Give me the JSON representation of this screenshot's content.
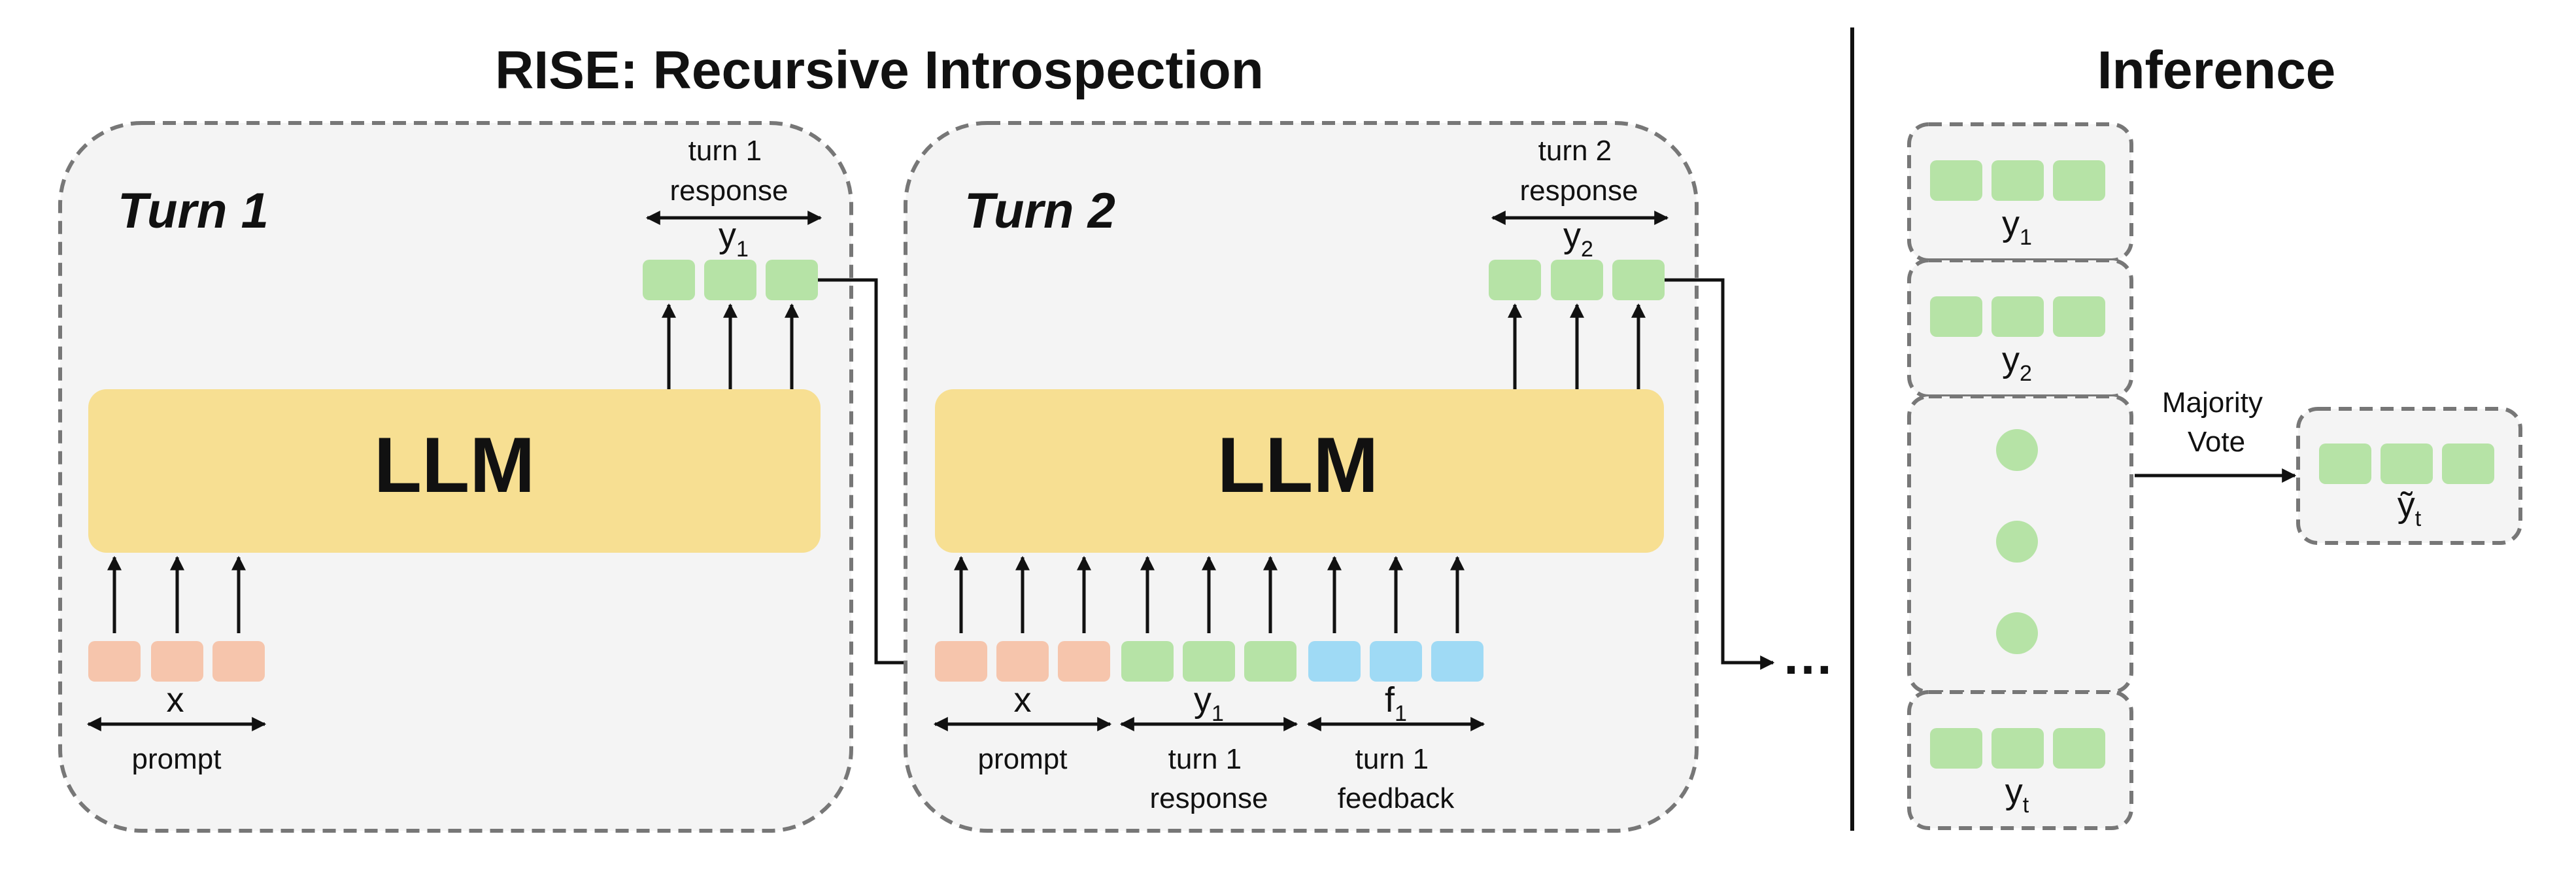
{
  "colors": {
    "panel_fill": "#f4f4f4",
    "panel_border": "#777777",
    "llm_fill": "#f7df92",
    "prompt_token": "#f6c5ac",
    "response_token": "#b6e3a6",
    "feedback_token": "#9fdaf5",
    "text": "#111111"
  },
  "title_left": "RISE: Recursive Introspection",
  "title_right": "Inference",
  "turn1": {
    "label": "Turn 1",
    "llm_label": "LLM",
    "output_caption": [
      "turn 1",
      "response"
    ],
    "output_var": "y",
    "output_sub": "1",
    "input_var": "x",
    "input_caption": "prompt"
  },
  "turn2": {
    "label": "Turn 2",
    "llm_label": "LLM",
    "output_caption": [
      "turn 2",
      "response"
    ],
    "output_var": "y",
    "output_sub": "2",
    "groups": [
      {
        "var": "x",
        "sub": "",
        "caption": [
          "prompt"
        ]
      },
      {
        "var": "y",
        "sub": "1",
        "caption": [
          "turn 1",
          "response"
        ]
      },
      {
        "var": "f",
        "sub": "1",
        "caption": [
          "turn 1",
          "feedback"
        ]
      }
    ]
  },
  "continuation": "…",
  "inference": {
    "samples": [
      {
        "var": "y",
        "sub": "1"
      },
      {
        "var": "y",
        "sub": "2"
      },
      {
        "var": "y",
        "sub": "t"
      }
    ],
    "vote_label": [
      "Majority",
      "Vote"
    ],
    "result_var": "ỹ",
    "result_sub": "t"
  }
}
